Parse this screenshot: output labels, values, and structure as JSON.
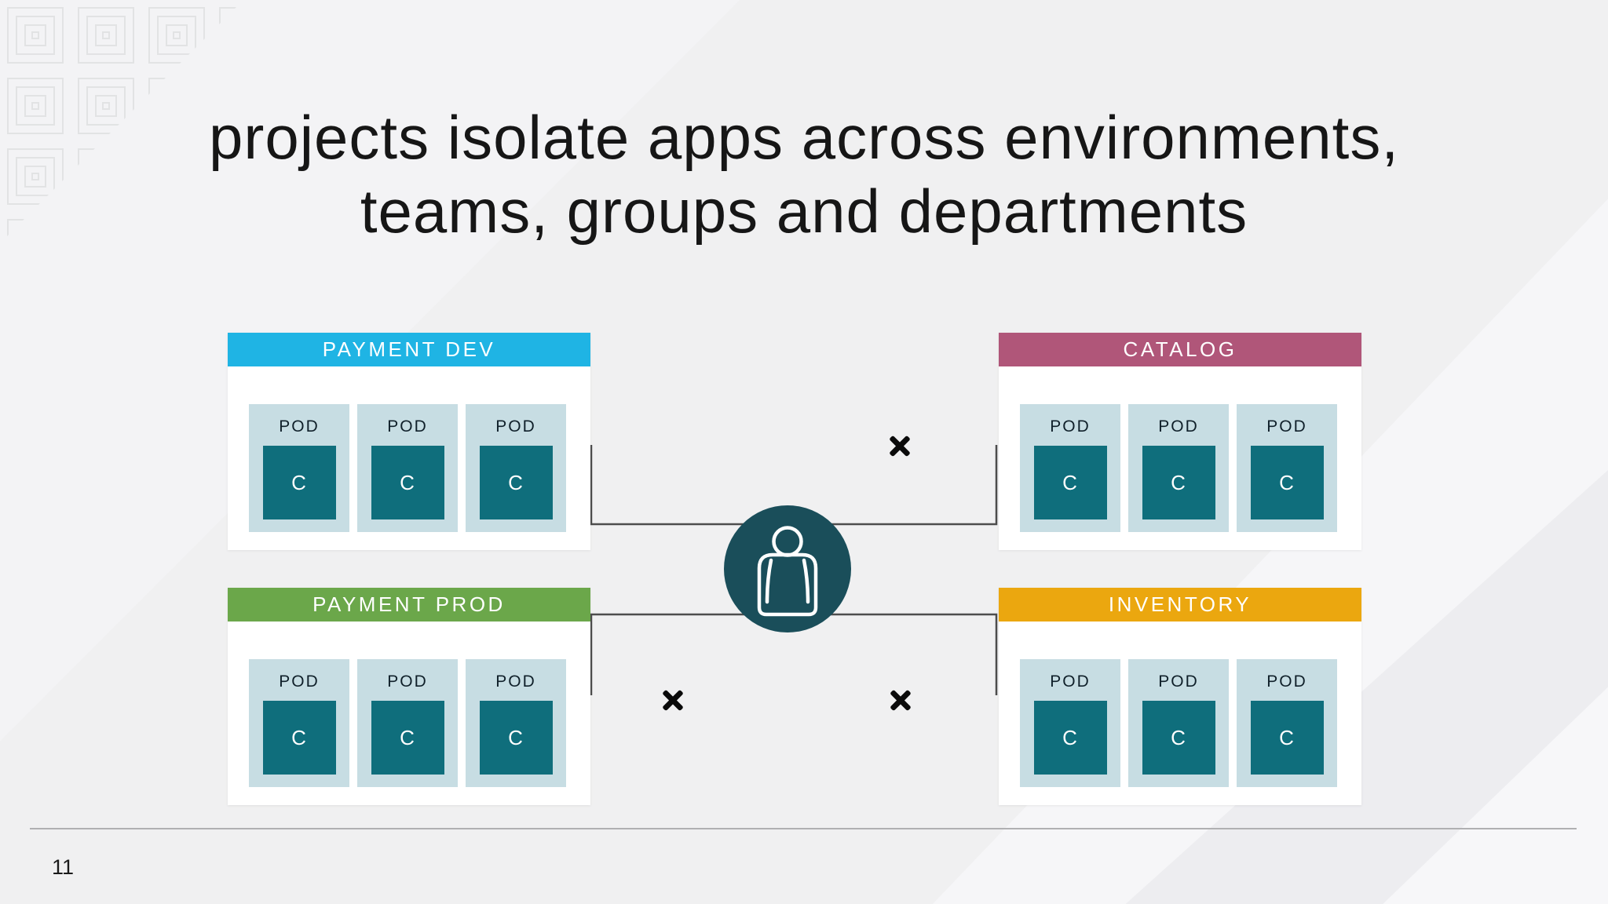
{
  "slide": {
    "title_line1": "projects isolate apps across environments,",
    "title_line2": "teams, groups and departments",
    "page_number": "11"
  },
  "projects": [
    {
      "name": "PAYMENT DEV",
      "color": "#1fb4e4",
      "position": "top-left",
      "pods": [
        {
          "label": "POD",
          "container": "C"
        },
        {
          "label": "POD",
          "container": "C"
        },
        {
          "label": "POD",
          "container": "C"
        }
      ]
    },
    {
      "name": "CATALOG",
      "color": "#b05679",
      "position": "top-right",
      "pods": [
        {
          "label": "POD",
          "container": "C"
        },
        {
          "label": "POD",
          "container": "C"
        },
        {
          "label": "POD",
          "container": "C"
        }
      ]
    },
    {
      "name": "PAYMENT PROD",
      "color": "#6ba74a",
      "position": "bottom-left",
      "pods": [
        {
          "label": "POD",
          "container": "C"
        },
        {
          "label": "POD",
          "container": "C"
        },
        {
          "label": "POD",
          "container": "C"
        }
      ]
    },
    {
      "name": "INVENTORY",
      "color": "#eba70f",
      "position": "bottom-right",
      "pods": [
        {
          "label": "POD",
          "container": "C"
        },
        {
          "label": "POD",
          "container": "C"
        },
        {
          "label": "POD",
          "container": "C"
        }
      ]
    }
  ],
  "icons": {
    "user": "person-in-circle",
    "blocked": "x-mark"
  },
  "blocked_marks_count": 3,
  "colors": {
    "background": "#f0f0f1",
    "card_background": "#ffffff",
    "pod_background": "#c7dde3",
    "container_background": "#0f6e7c",
    "user_circle": "#1a4e5a",
    "connector_line": "#4d4d4d",
    "x_mark": "#0a0a0a",
    "title_text": "#161616"
  }
}
